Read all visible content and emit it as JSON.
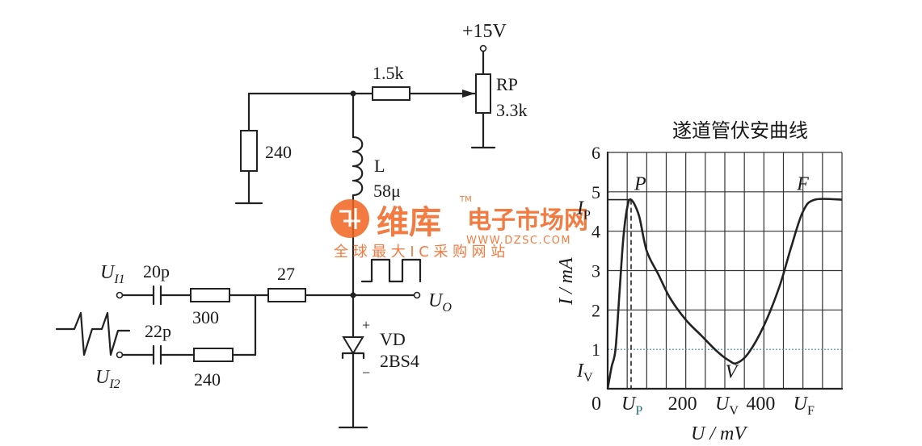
{
  "circuit": {
    "supply": "+15V",
    "r_top": "1.5k",
    "rp_name": "RP",
    "rp_value": "3.3k",
    "r_left": "240",
    "inductor_name": "L",
    "inductor_value": "58μ",
    "input1_label": "U",
    "input1_sub": "I1",
    "input2_label": "U",
    "input2_sub": "I2",
    "c1": "20p",
    "c2": "22p",
    "r_in1": "300",
    "r_in2": "240",
    "r_series": "27",
    "output_label": "U",
    "output_sub": "O",
    "diode_name": "VD",
    "diode_part": "2BS4",
    "diode_plus": "+",
    "diode_minus": "−"
  },
  "watermark": {
    "brand": "维库",
    "tm": "TM",
    "site_cn": "电子市场网",
    "url": "WWW.DZSC.COM",
    "slogan": "全球最大IC采购网站",
    "color_brand": "#f26522"
  },
  "chart_data": {
    "type": "line",
    "title": "遂道管伏安曲线",
    "xlabel": "U / mV",
    "ylabel": "I / mA",
    "xlim": [
      0,
      600
    ],
    "ylim": [
      0,
      6
    ],
    "grid": true,
    "x_ticks": [
      {
        "value": 0,
        "label": "0"
      },
      {
        "value": 60,
        "label": "U",
        "sub": "P",
        "color": "#2a6f77"
      },
      {
        "value": 200,
        "label": "200"
      },
      {
        "value": 300,
        "label": "U",
        "sub": "V"
      },
      {
        "value": 400,
        "label": "400"
      },
      {
        "value": 500,
        "label": "U",
        "sub": "F"
      }
    ],
    "y_ticks": [
      {
        "value": 0,
        "label": ""
      },
      {
        "value": 1,
        "label": "1"
      },
      {
        "value": 2,
        "label": "2"
      },
      {
        "value": 3,
        "label": "3"
      },
      {
        "value": 4,
        "label": "4"
      },
      {
        "value": 5,
        "label": "5"
      },
      {
        "value": 6,
        "label": "6"
      }
    ],
    "y_special": [
      {
        "value": 0.8,
        "label": "I",
        "sub": "V"
      },
      {
        "value": 4.8,
        "label": "I",
        "sub": "P"
      }
    ],
    "points": [
      {
        "name": "P",
        "x": 60,
        "y": 4.8
      },
      {
        "name": "V",
        "x": 330,
        "y": 0.65
      },
      {
        "name": "F",
        "x": 530,
        "y": 4.8
      }
    ],
    "curve": [
      [
        0,
        0.0
      ],
      [
        10,
        0.55
      ],
      [
        20,
        1.0
      ],
      [
        30,
        2.4
      ],
      [
        40,
        3.8
      ],
      [
        50,
        4.6
      ],
      [
        60,
        4.8
      ],
      [
        80,
        4.4
      ],
      [
        100,
        3.5
      ],
      [
        130,
        2.9
      ],
      [
        160,
        2.3
      ],
      [
        200,
        1.75
      ],
      [
        240,
        1.35
      ],
      [
        280,
        0.95
      ],
      [
        310,
        0.72
      ],
      [
        330,
        0.65
      ],
      [
        360,
        0.9
      ],
      [
        400,
        1.6
      ],
      [
        440,
        2.6
      ],
      [
        470,
        3.6
      ],
      [
        500,
        4.5
      ],
      [
        530,
        4.8
      ],
      [
        600,
        4.8
      ]
    ]
  }
}
